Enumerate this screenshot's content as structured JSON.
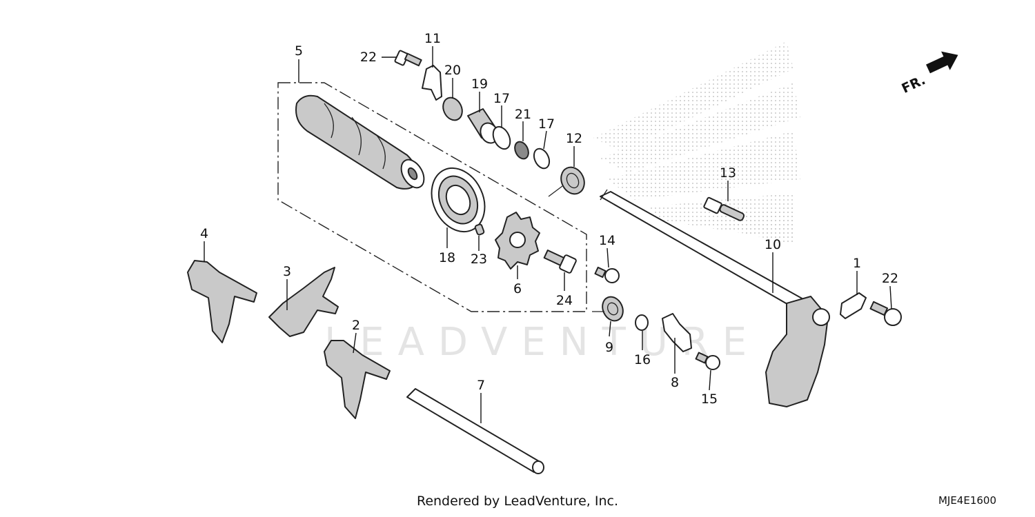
{
  "diagram": {
    "code": "MJE4E1600",
    "footer": "Rendered by LeadVenture, Inc.",
    "watermark": "LEADVENTURE",
    "direction_label": "FR.",
    "labels": {
      "p1": "1",
      "p2": "2",
      "p3": "3",
      "p4": "4",
      "p5": "5",
      "p6": "6",
      "p7": "7",
      "p8": "8",
      "p9": "9",
      "p10": "10",
      "p11": "11",
      "p12": "12",
      "p13": "13",
      "p14": "14",
      "p15": "15",
      "p16": "16",
      "p17a": "17",
      "p17b": "17",
      "p18": "18",
      "p19": "19",
      "p20": "20",
      "p21": "21",
      "p22a": "22",
      "p22b": "22",
      "p23": "23",
      "p24": "24"
    }
  }
}
